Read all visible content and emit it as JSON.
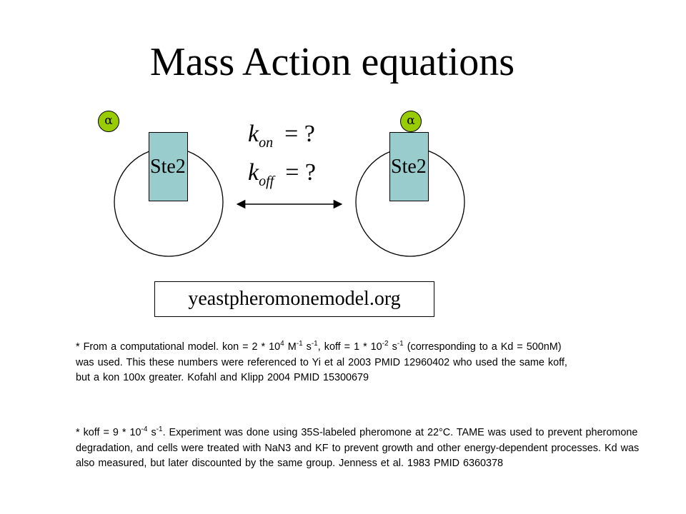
{
  "slide": {
    "title": "Mass Action equations",
    "receptor_label": "Ste2",
    "ligand_symbol": "α",
    "equations": {
      "kon": {
        "symbol": "k",
        "subscript": "on",
        "relation": "= ?"
      },
      "koff": {
        "symbol": "k",
        "subscript": "off",
        "relation": "= ?"
      }
    },
    "url_box": "yeastpheromonemodel.org",
    "colors": {
      "receptor_fill": "#99cccc",
      "ligand_fill": "#99cc00",
      "outline": "#000000",
      "background": "#ffffff"
    },
    "icons": {
      "arrow": "double-headed-arrow",
      "cell": "circle-outline"
    }
  },
  "notes": {
    "note1": {
      "p1": " * From a computational  model.  kon = 2 * 10",
      "s1": "4",
      "p2": " M",
      "s2": "-1",
      "p3": " s",
      "s3": "-1",
      "p4": ", koff = 1 * 10",
      "s4": "-2",
      "p5": " s",
      "s5": "-1",
      "p6": " (corresponding  to a Kd = 500nM)  was used.  This these numbers  were referenced to Yi et al 2003 PMID 12960402  who used the same koff, but a kon 100x greater.  Kofahl and Klipp 2004 PMID 15300679"
    },
    "note2": {
      "p1": "* koff = 9 * 10",
      "s1": "-4",
      "p2": " s",
      "s2": "-1",
      "p3": ". Experiment  was done using 35S-labeled  pheromone  at 22°C. TAME was used to prevent pheromone  degradation,  and cells were treated with NaN3 and KF to prevent growth and other energy-dependent  processes.  Kd was also measured,  but later discounted by the same group.  Jenness et al. 1983 PMID 6360378"
    }
  }
}
